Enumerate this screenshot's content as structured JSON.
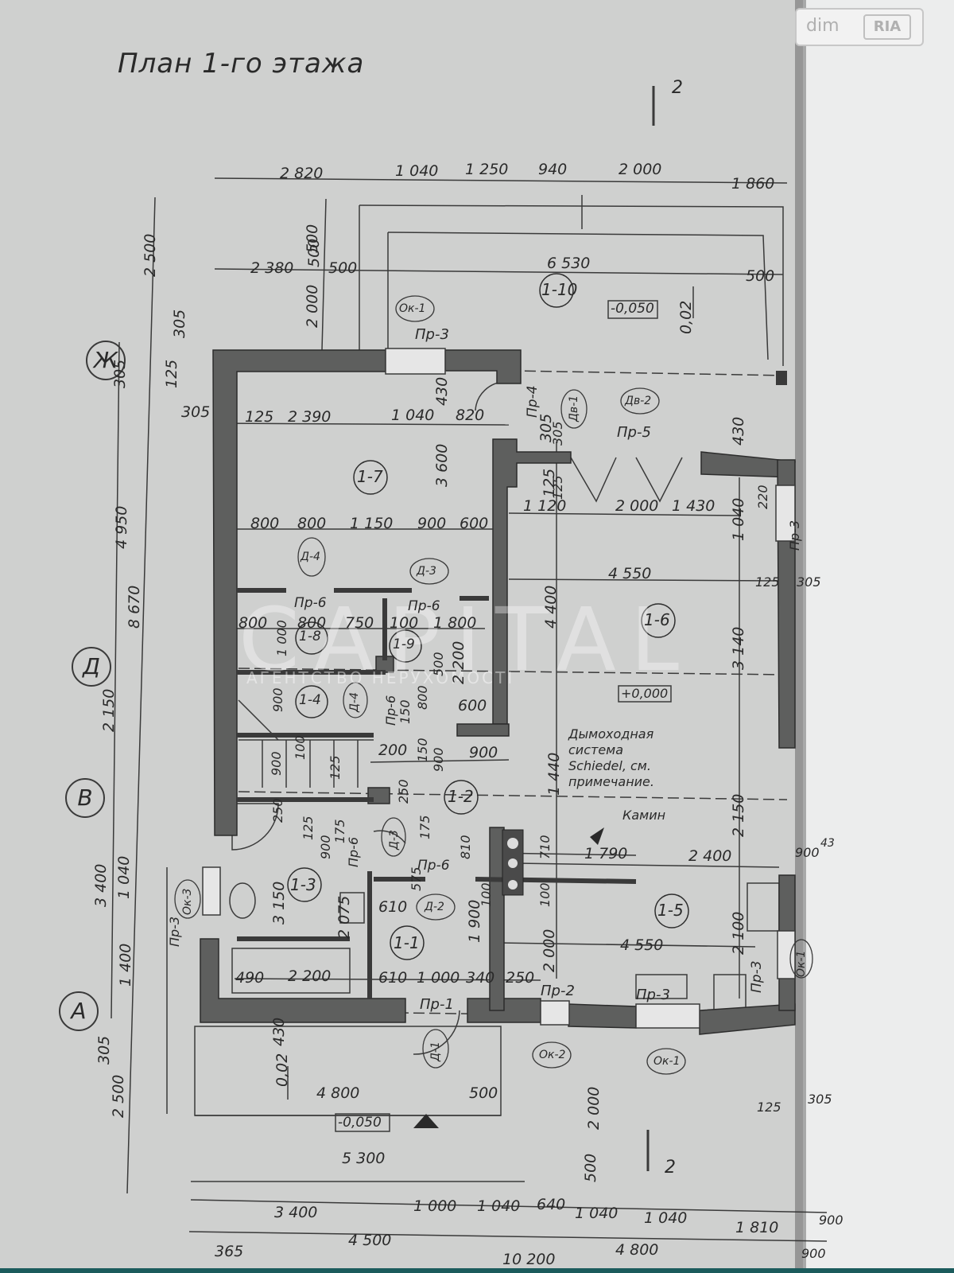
{
  "title": "План 1-го этажа",
  "watermark": {
    "main": "CAPITAL",
    "sub": "АГЕНТСТВО НЕРУХОМОСТІ"
  },
  "logo": {
    "left": "dim",
    "right": "RIA"
  },
  "axes": [
    "Ж",
    "Д",
    "В",
    "А"
  ],
  "rooms": [
    "1-10",
    "1-7",
    "1-6",
    "1-8",
    "1-9",
    "1-4",
    "1-2",
    "1-3",
    "1-1",
    "1-5"
  ],
  "level_marks": [
    "-0,050",
    "+0,000",
    "-0,050"
  ],
  "slope_marks": [
    "0,02",
    "0,02"
  ],
  "section_marks": [
    "2",
    "2"
  ],
  "tags": {
    "ok1_top": "Ок-1",
    "pr3_top": "Пр-3",
    "pr4": "Пр-4",
    "dv1": "Дв-1",
    "dv2": "Дв-2",
    "pr5": "Пр-5",
    "d4": "Д-4",
    "d3_top": "Д-3",
    "pr6_a": "Пр-6",
    "pr6_b": "Пр-6",
    "pr6_c": "Пр-6",
    "pr6_d": "Пр-6",
    "pr6_e": "Пр-6",
    "d4_b": "Д-4",
    "d3_b": "Д-3",
    "d2": "Д-2",
    "pr3_right": "Пр-3",
    "ok3": "Ок-3",
    "pr3_left": "Пр-3",
    "pr3_r2": "Пр-3",
    "ok_right": "Ок-1",
    "pr1": "Пр-1",
    "d1": "Д-1",
    "pr2": "Пр-2",
    "pr3_bottom": "Пр-3",
    "ok2": "Ок-2",
    "ok1_bottom": "Ок-1"
  },
  "notes": {
    "chimney": "Дымоходная\nсистема\nSchiedel, см.\nпримечание.",
    "fireplace": "Камин"
  },
  "dims": {
    "top1": [
      "2 820",
      "1 040",
      "1 250",
      "940",
      "2 000",
      "1 860"
    ],
    "top2": [
      "2 380",
      "500",
      "6 530",
      "500"
    ],
    "r7": [
      "305",
      "125",
      "2 390",
      "1 040",
      "820"
    ],
    "r7_inner": [
      "800",
      "800",
      "1 150",
      "900",
      "600"
    ],
    "r6": [
      "1 120",
      "2 000",
      "1 430",
      "4 550"
    ],
    "r8": [
      "800",
      "800",
      "750",
      "100",
      "1 800"
    ],
    "r2": [
      "200",
      "900",
      "600"
    ],
    "r5": [
      "1 790",
      "2 400",
      "4 550",
      "900"
    ],
    "r1": [
      "490",
      "2 200",
      "610",
      "610",
      "1 000",
      "340",
      "250"
    ],
    "bottom_porch": [
      "4 800",
      "500",
      "5 300"
    ],
    "bottom1": [
      "3 400",
      "1 000",
      "1 040",
      "640",
      "1 040",
      "1 040",
      "1 810",
      "900"
    ],
    "bottom2": [
      "365",
      "4 500",
      "4 800",
      "900"
    ],
    "bottom3": [
      "10 200"
    ],
    "left_vertical": [
      "2 500",
      "305",
      "305",
      "125",
      "4 950",
      "8 670",
      "2 150",
      "3 400",
      "1 040",
      "1 400",
      "305",
      "2 500"
    ],
    "inner_vertical": [
      "500",
      "2 000",
      "430",
      "3 600",
      "305",
      "125",
      "4 400",
      "2 200",
      "1 440",
      "3 150",
      "2 075",
      "1 900",
      "2 000",
      "3 140",
      "2 150",
      "2 100",
      "1 040",
      "220",
      "430",
      "305",
      "125",
      "125",
      "305",
      "430",
      "500",
      "2 000",
      "500"
    ],
    "misc": [
      "1 000",
      "900",
      "100",
      "900",
      "125",
      "250",
      "125",
      "900",
      "175",
      "250",
      "175",
      "575",
      "810",
      "710",
      "100",
      "150",
      "800",
      "150",
      "500",
      "900",
      "100",
      "43",
      "305",
      "125"
    ]
  }
}
